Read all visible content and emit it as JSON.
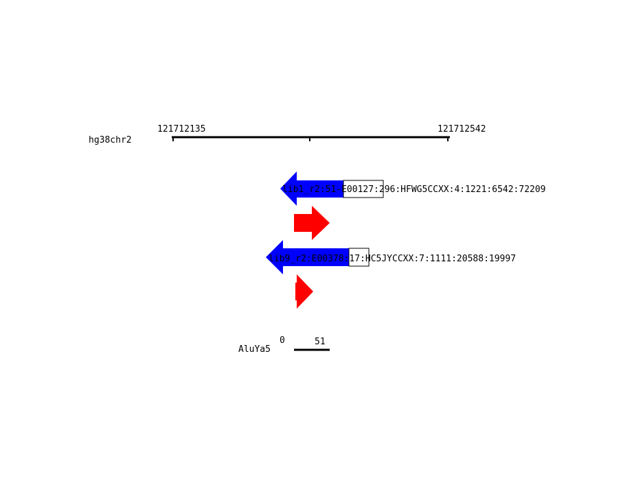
{
  "reference": {
    "name": "hg38chr2",
    "start_label": "121712135",
    "end_label": "121712542"
  },
  "reads": [
    {
      "label": "lib1_r2:51-E00127:296:HFWG5CCXX:4:1221:6542:72209",
      "strand": "reverse",
      "color": "#0000ff"
    },
    {
      "label": "lib9_r2:E00378:17:HC5JYCCXX:7:1111:20588:19997",
      "strand": "reverse",
      "color": "#0000ff"
    }
  ],
  "mate_arrows": [
    {
      "strand": "forward",
      "color": "#ff0000"
    },
    {
      "strand": "forward",
      "color": "#ff0000"
    }
  ],
  "repeat": {
    "name": "AluYa5",
    "start_label": "0",
    "end_label": "51"
  },
  "colors": {
    "read": "#0000ff",
    "mate": "#ff0000",
    "line": "#000000"
  }
}
